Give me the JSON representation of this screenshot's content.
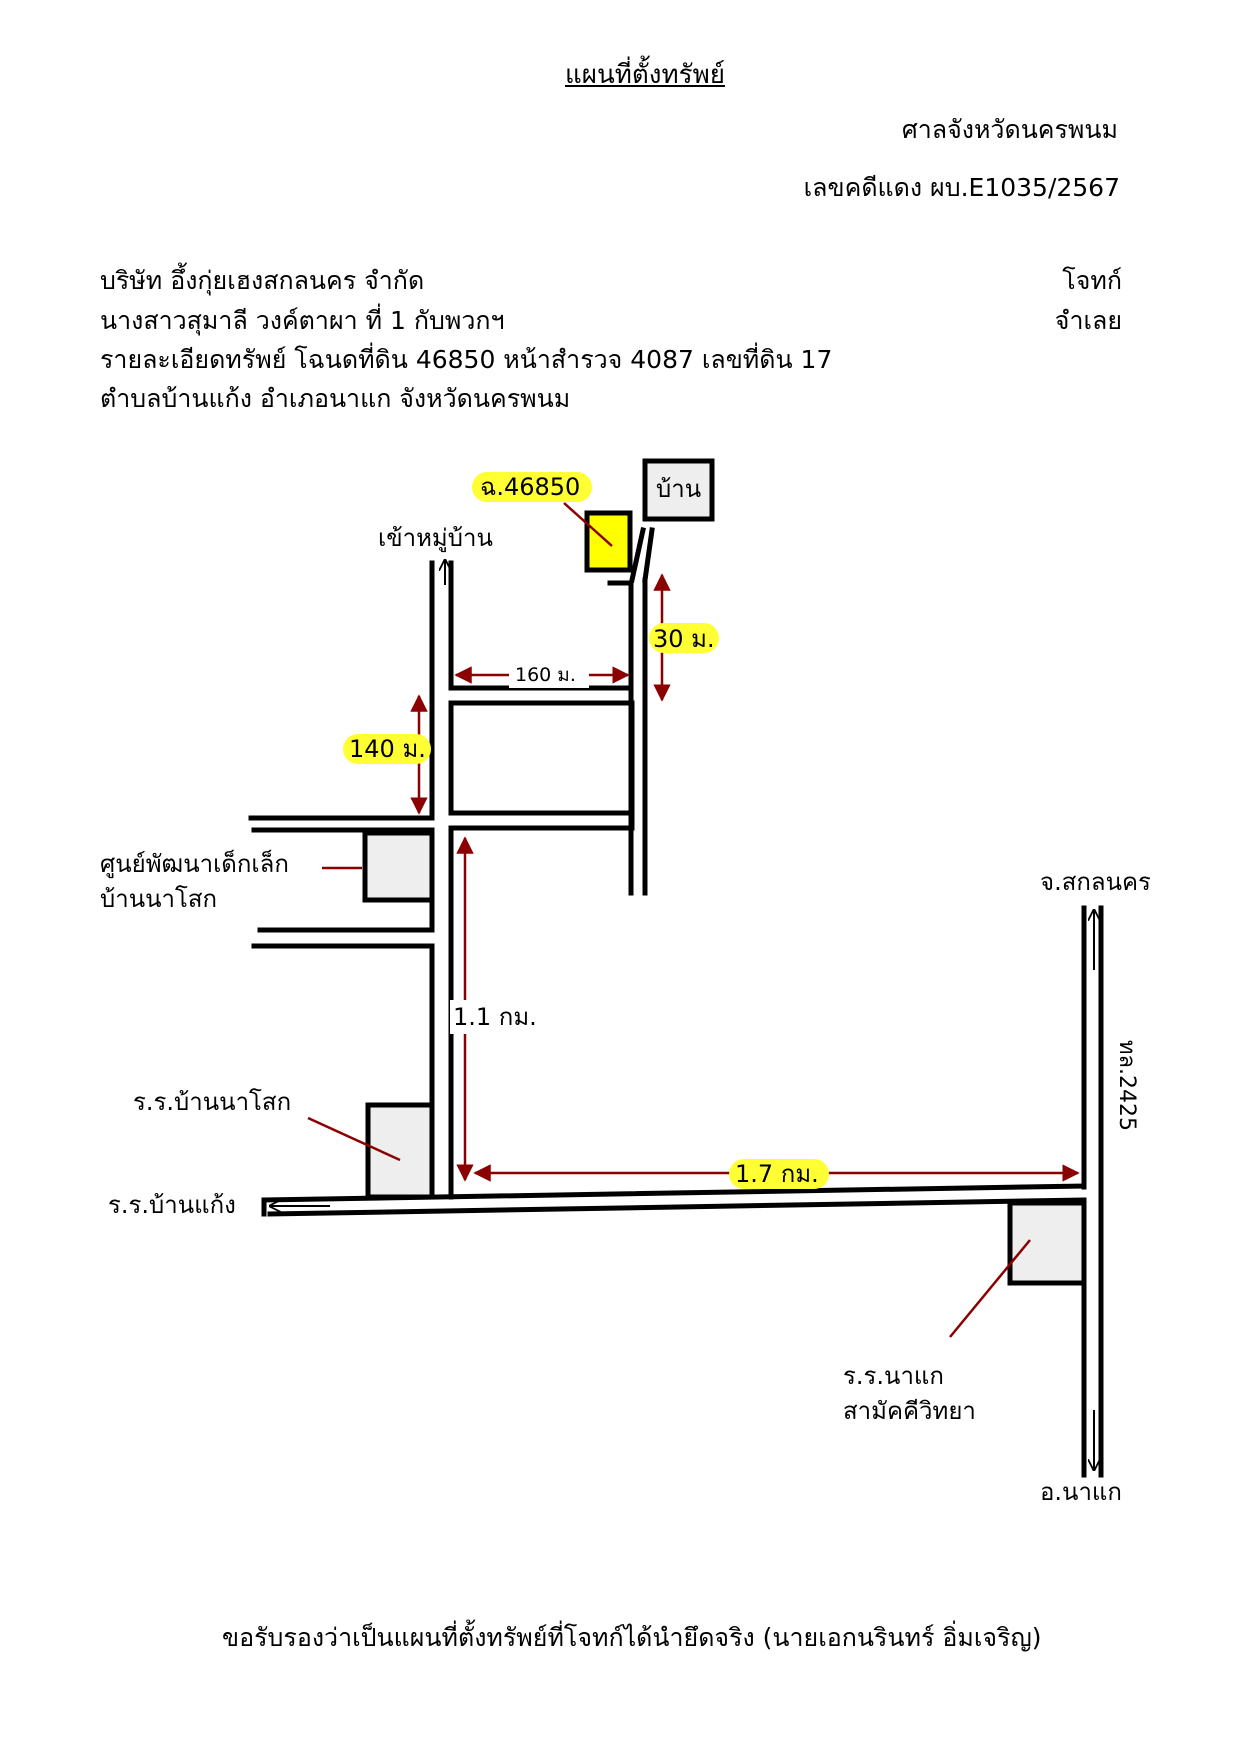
{
  "header": {
    "title": "แผนที่ตั้งทรัพย์",
    "court": "ศาลจังหวัดนครพนม",
    "case_number": "เลขคดีแดง ผบ.E1035/2567"
  },
  "parties": {
    "plaintiff_name": "บริษัท อึ้งกุ่ยเฮงสกลนคร จำกัด",
    "plaintiff_role": "โจทก์",
    "defendant_name": "นางสาวสุมาลี วงค์ตาผา ที่ 1 กับพวกฯ",
    "defendant_role": "จำเลย",
    "property_detail": "รายละเอียดทรัพย์ โฉนดที่ดิน 46850 หน้าสำรวจ 4087 เลขที่ดิน 17",
    "property_location": "ตำบลบ้านแก้ง อำเภอนาแก จังหวัดนครพนม"
  },
  "map": {
    "deed_label": "ฉ.46850",
    "house_label": "บ้าน",
    "village_entry": "เข้าหมู่บ้าน",
    "dist_30m": "30 ม.",
    "dist_160m": "160 ม.",
    "dist_140m": "140 ม.",
    "dist_1_1km": "1.1 กม.",
    "dist_1_7km": "1.7 กม.",
    "childcare_center_line1": "ศูนย์พัฒนาเด็กเล็ก",
    "childcare_center_line2": "บ้านนาโสก",
    "school_nasok": "ร.ร.บ้านนาโสก",
    "school_bankaeng": "ร.ร.บ้านแก้ง",
    "to_sakon": "จ.สกลนคร",
    "highway": "ทล.2425",
    "school_nakae_line1": "ร.ร.นาแก",
    "school_nakae_line2": "สามัคคีวิทยา",
    "to_nakae": "อ.นาแก",
    "colors": {
      "highlight": "#ffff33",
      "plot_fill": "#ffff00",
      "arrow": "#8b0000",
      "building_fill": "#eeeeee"
    }
  },
  "footer": {
    "certification": "ขอรับรองว่าเป็นแผนที่ตั้งทรัพย์ที่โจทก์ได้นำยึดจริง (นายเอกนรินทร์ อิ่มเจริญ)"
  }
}
